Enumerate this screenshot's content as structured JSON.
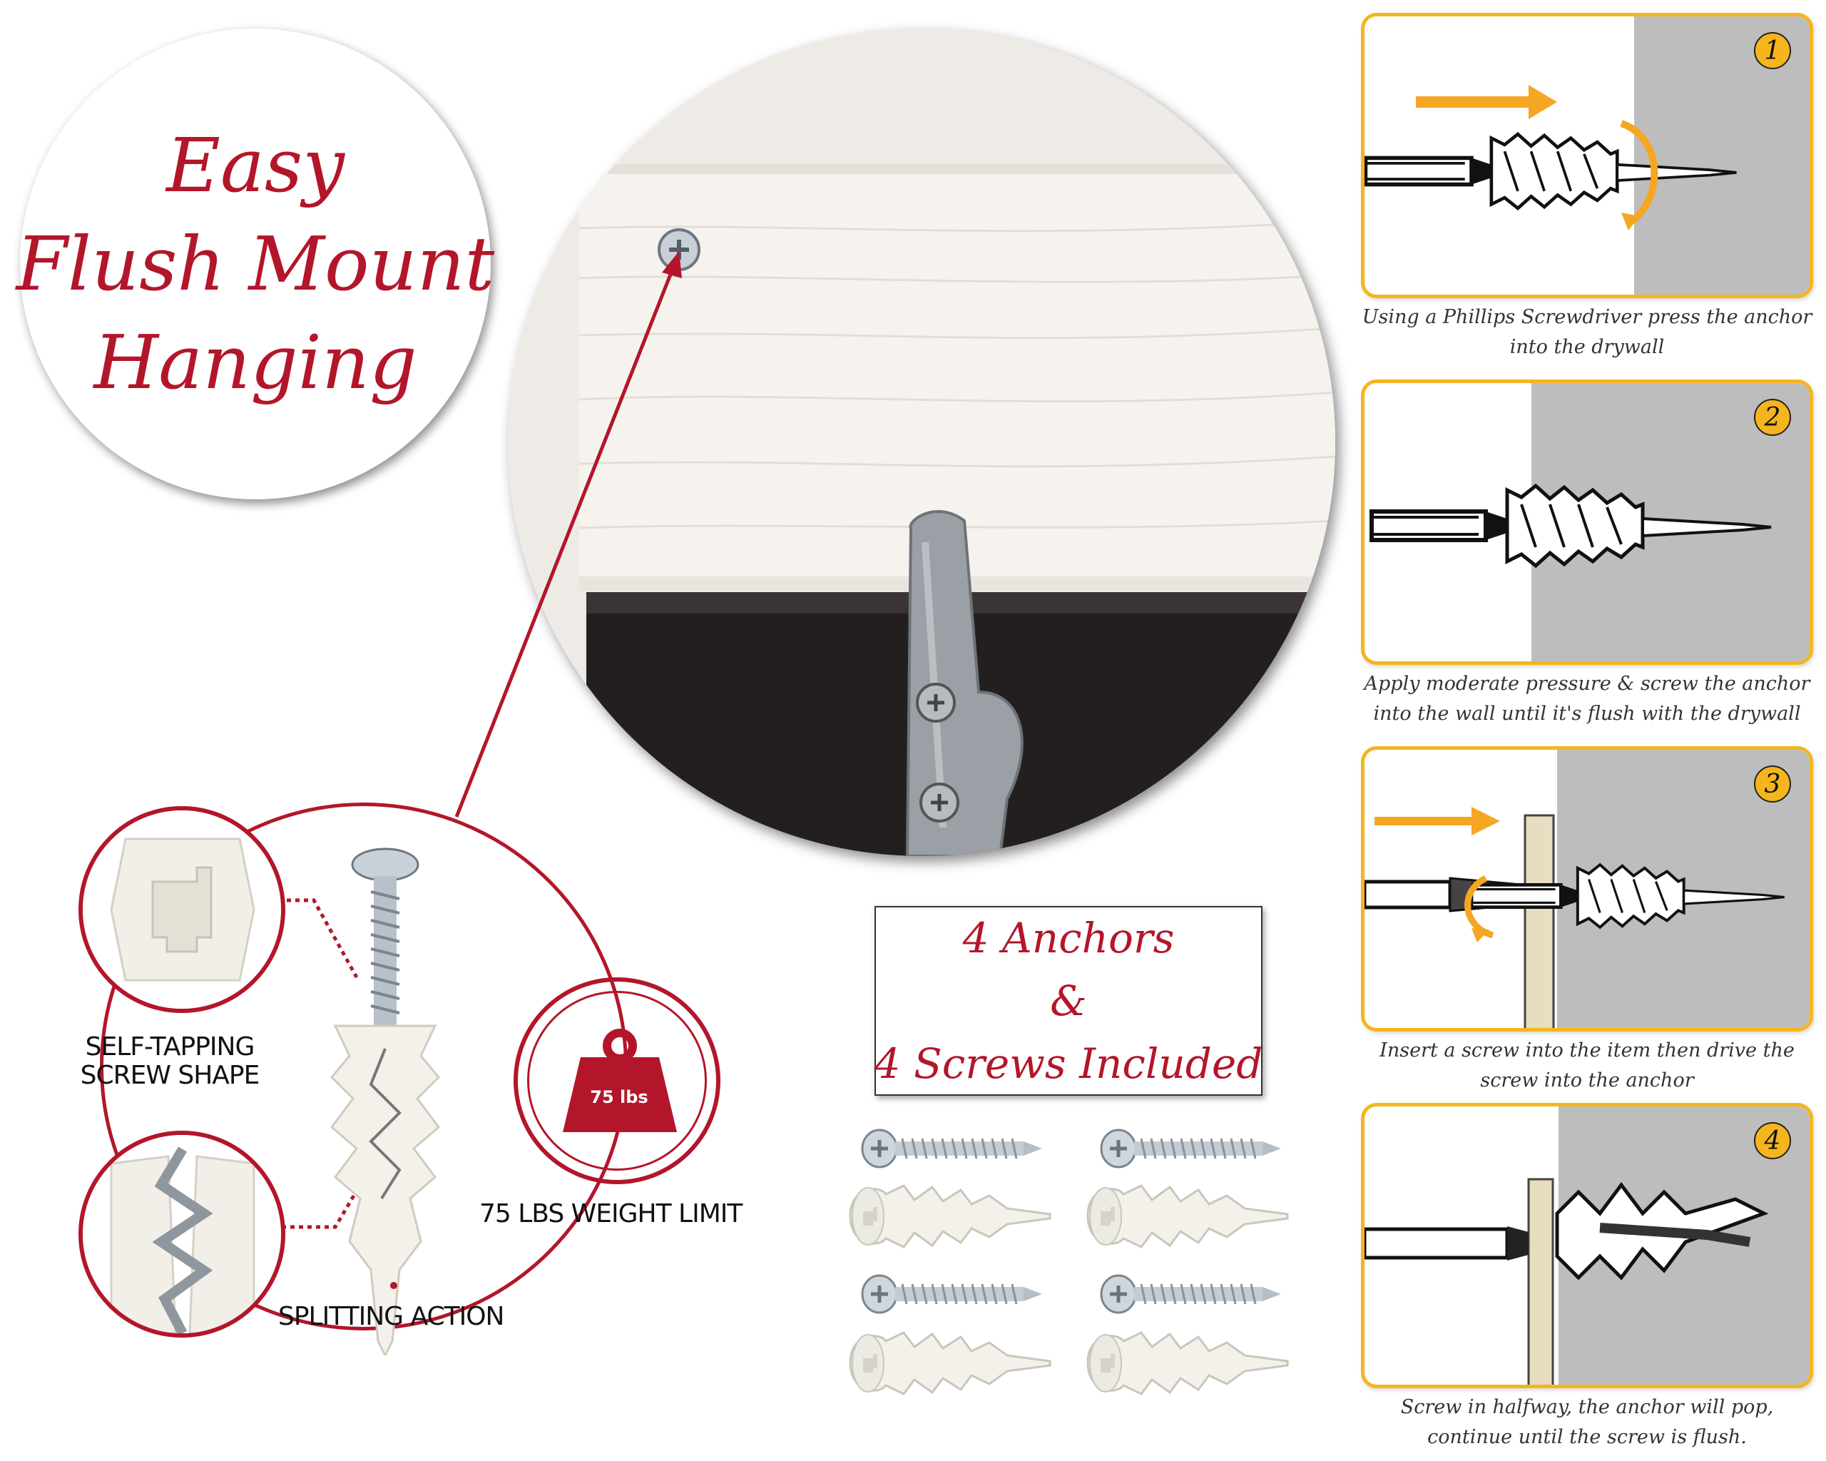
{
  "title": {
    "lines": [
      "Easy",
      "Flush Mount",
      "Hanging"
    ]
  },
  "features": {
    "self_tapping": [
      "SELF-TAPPING",
      "SCREW SHAPE"
    ],
    "splitting": "SPLITTING ACTION",
    "weight_limit": "75 LBS WEIGHT LIMIT",
    "weight_badge": "75 lbs"
  },
  "included": {
    "lines": [
      "4 Anchors",
      "&",
      "4 Screws Included"
    ]
  },
  "steps": [
    {
      "number": "1",
      "caption": [
        "Using a Phillips Screwdriver press the anchor",
        "into the drywall"
      ]
    },
    {
      "number": "2",
      "caption": [
        "Apply moderate pressure & screw the anchor",
        "into the wall until it's flush with the drywall"
      ]
    },
    {
      "number": "3",
      "caption": [
        "Insert a screw into the item then drive the",
        "screw into the anchor"
      ]
    },
    {
      "number": "4",
      "caption": [
        "Screw in halfway, the anchor will pop,",
        "continue until the screw is flush."
      ]
    }
  ],
  "colors": {
    "accent_red": "#b3162a",
    "step_yellow": "#f5b51e",
    "wall_grey": "#bdbdbd",
    "arrow_orange": "#f5a623"
  }
}
